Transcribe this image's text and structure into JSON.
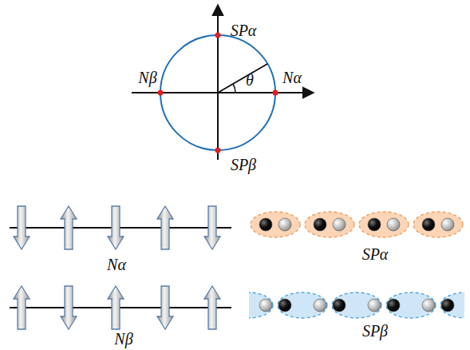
{
  "diagram": {
    "labels": [
      "SPα",
      "Nβ",
      "Nα",
      "θ",
      "SPβ",
      "Nα",
      "SPα",
      "Nβ",
      "SPβ"
    ]
  }
}
